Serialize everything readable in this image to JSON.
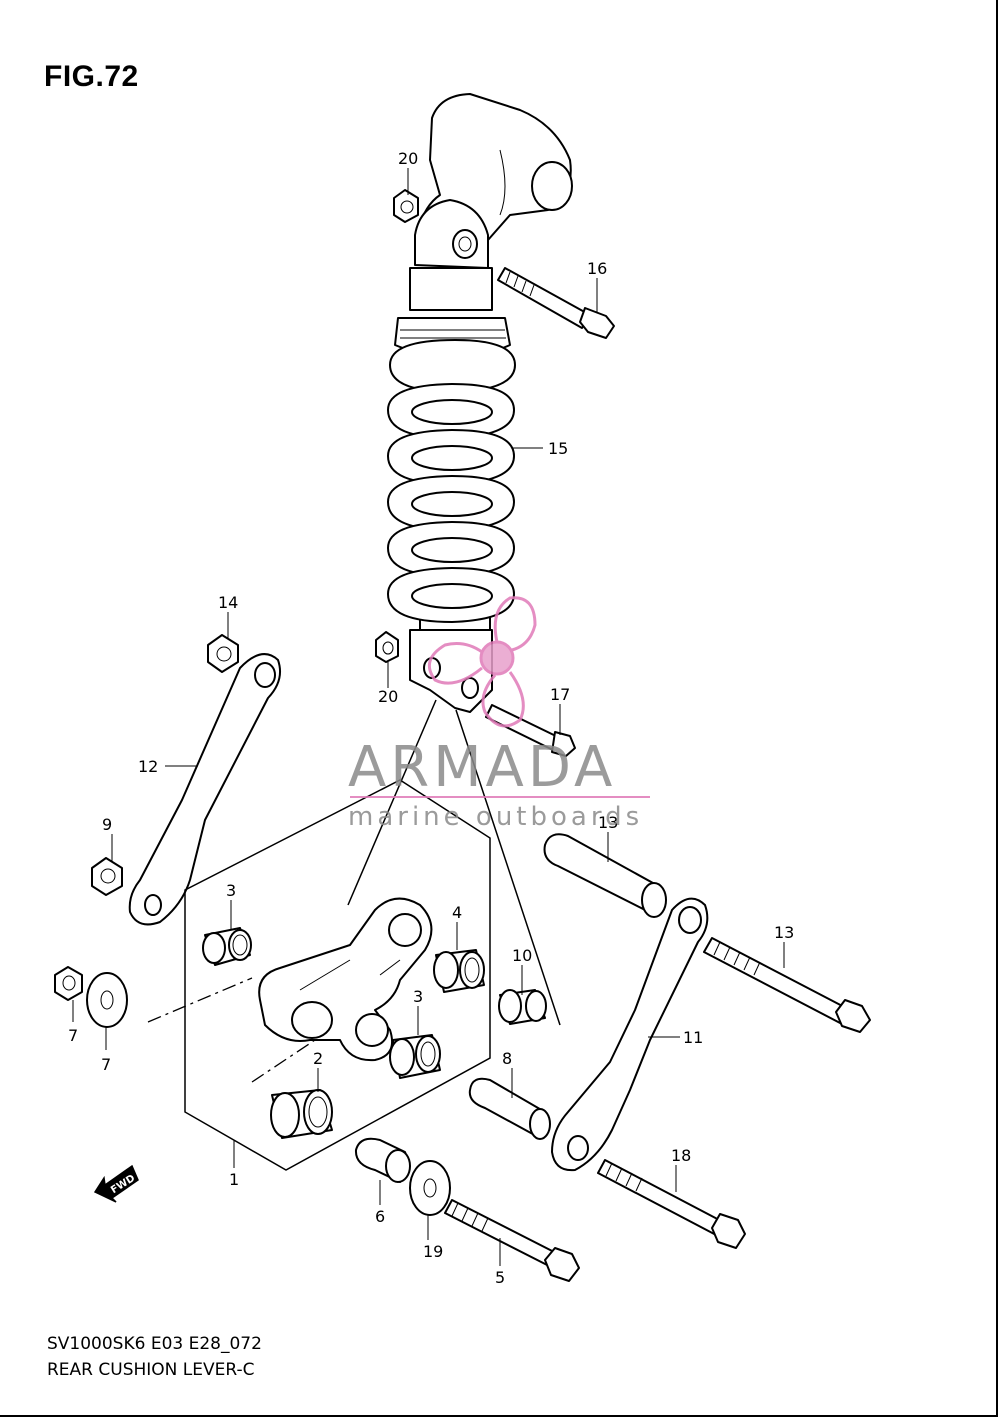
{
  "figure": {
    "title": "FIG.72",
    "model_code": "SV1000SK6 E03 E28_072",
    "name": "REAR CUSHION LEVER-C"
  },
  "watermark": {
    "brand": "ARMADA",
    "tagline": "marine outboards",
    "logo_color": "#e07ab8",
    "text_color": "#8a8a8a"
  },
  "direction_arrow": "FWD",
  "callouts": [
    {
      "id": "c1",
      "label": "1"
    },
    {
      "id": "c2",
      "label": "2"
    },
    {
      "id": "c3a",
      "label": "3"
    },
    {
      "id": "c3b",
      "label": "3"
    },
    {
      "id": "c4",
      "label": "4"
    },
    {
      "id": "c5",
      "label": "5"
    },
    {
      "id": "c6",
      "label": "6"
    },
    {
      "id": "c7a",
      "label": "7"
    },
    {
      "id": "c7b",
      "label": "7"
    },
    {
      "id": "c8",
      "label": "8"
    },
    {
      "id": "c9",
      "label": "9"
    },
    {
      "id": "c10",
      "label": "10"
    },
    {
      "id": "c11",
      "label": "11"
    },
    {
      "id": "c12",
      "label": "12"
    },
    {
      "id": "c13a",
      "label": "13"
    },
    {
      "id": "c13b",
      "label": "13"
    },
    {
      "id": "c14",
      "label": "14"
    },
    {
      "id": "c15",
      "label": "15"
    },
    {
      "id": "c16",
      "label": "16"
    },
    {
      "id": "c17",
      "label": "17"
    },
    {
      "id": "c18",
      "label": "18"
    },
    {
      "id": "c19",
      "label": "19"
    },
    {
      "id": "c20a",
      "label": "20"
    },
    {
      "id": "c20b",
      "label": "20"
    }
  ]
}
